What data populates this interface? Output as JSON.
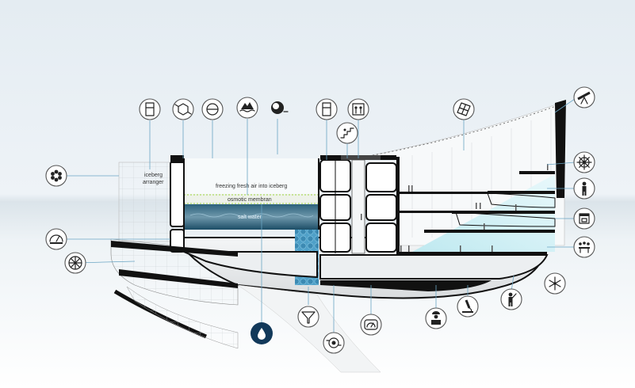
{
  "labels": {
    "iceberg_arranger_1": "iceberg",
    "iceberg_arranger_2": "arranger",
    "freezing_air": "freezing fresh air into iceberg",
    "osmotic_membrane": "osmotic membran",
    "salt_water": "salt water"
  },
  "colors": {
    "sky_top": "#dfe8ef",
    "sea_band": "#dbe4ea",
    "water_dark": "#1c4d66",
    "water_light": "#6f98ac",
    "filter_blue": "#4fa0c8",
    "glass_tint": "#c9ecf2",
    "leader_line": "#6aa5c4",
    "membrane_green": "#b9e07a",
    "drop_circle": "#12395a"
  },
  "icons": [
    "fridge-icon",
    "hexagon-molecule-icon",
    "no-entry-icon",
    "iceberg-icon",
    "sun-dial-icon",
    "fridge-icon-2",
    "elevator-icon",
    "stairs-icon",
    "solar-panel-icon",
    "telescope-icon",
    "ship-wheel-icon",
    "person-icon",
    "shop-icon",
    "meeting-icon",
    "snowflake-icon",
    "flower-pattern-icon",
    "gauge-icon",
    "fan-icon",
    "water-drop-icon",
    "filter-funnel-icon",
    "pump-icon",
    "pressure-gauge-icon",
    "worker-icon",
    "microscope-icon",
    "guide-person-icon"
  ]
}
